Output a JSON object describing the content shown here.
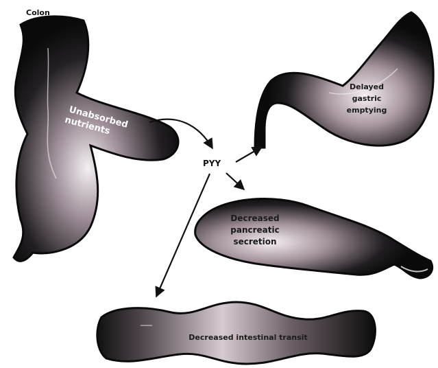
{
  "labels": {
    "colon": "Colon",
    "unabsorbed_line1": "Unabsorbed",
    "unabsorbed_line2": "nutrients",
    "hormone": "PYY",
    "stomach_line1": "Delayed",
    "stomach_line2": "gastric",
    "stomach_line3": "emptying",
    "pancreas_line1": "Decreased",
    "pancreas_line2": "pancreatic",
    "pancreas_line3": "secretion",
    "intestine": "Decreased intestinal transit"
  }
}
